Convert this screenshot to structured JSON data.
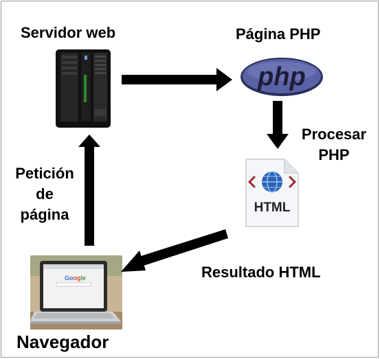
{
  "diagram": {
    "nodes": {
      "server": {
        "label": "Servidor web",
        "icon": "server-rack-icon"
      },
      "php": {
        "label": "Página PHP",
        "icon": "php-logo-icon",
        "logo_text": "php"
      },
      "html": {
        "icon": "html-document-icon",
        "badge_text": "HTML"
      },
      "browser": {
        "label": "Navegador",
        "icon": "laptop-browser-icon"
      }
    },
    "edges": {
      "request": {
        "label_lines": [
          "Petición",
          "de",
          "página"
        ]
      },
      "process": {
        "label_lines": [
          "Procesar",
          "PHP"
        ]
      },
      "result": {
        "label": "Resultado HTML"
      }
    },
    "colors": {
      "arrow": "#000000",
      "php_logo_fill": "#5a62a6",
      "php_logo_text": "#1d1d3a",
      "server_body": "#1a1a1a",
      "server_accent": "#2e8b2e",
      "html_globe": "#2b63b8",
      "html_badge_text": "#222222"
    }
  }
}
